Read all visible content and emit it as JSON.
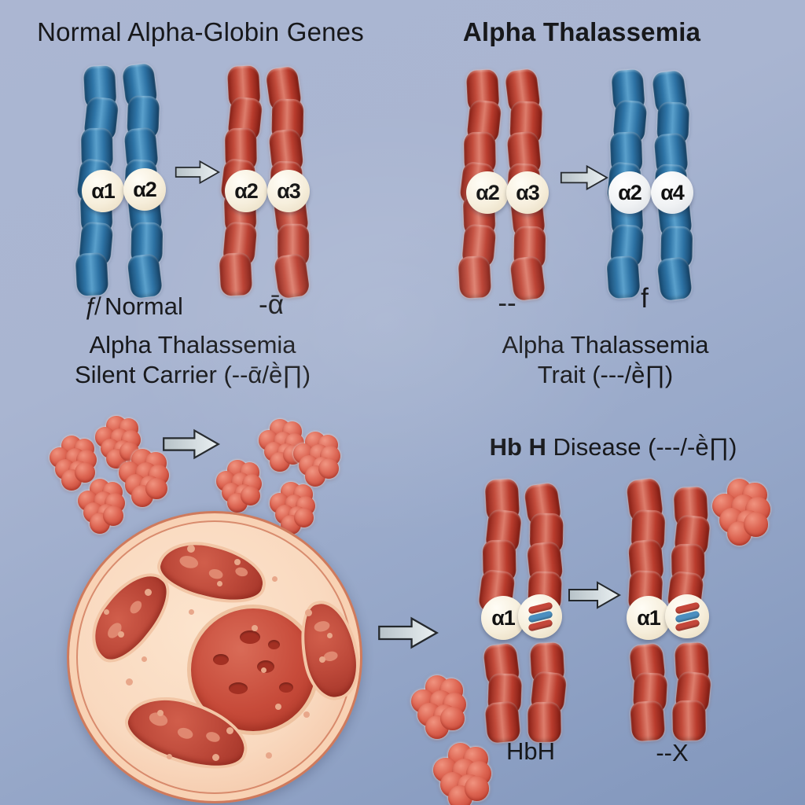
{
  "colors": {
    "background_top": "#abb6d2",
    "background_bottom": "#8196bc",
    "chromosome_blue": "#2e74a6",
    "chromosome_red": "#c24b3b",
    "gene_circle_cream": "#f6eedb",
    "arrow_fill": "#dbe4e8",
    "cell_body": "#f9d9bf",
    "inclusion_red": "#bb4738",
    "text": "#17181b"
  },
  "panels": {
    "normal": {
      "title": "Normal Alpha-Globin Genes",
      "left_pair": {
        "genes": [
          "α1",
          "α2"
        ],
        "caption": "ƒ̸ Normal"
      },
      "right_pair": {
        "genes": [
          "α2",
          "α3"
        ],
        "caption": "-ᾱ"
      }
    },
    "alpha_thal": {
      "title": "Alpha Thalassemia",
      "left_pair": {
        "genes": [
          "α2",
          "α3"
        ],
        "caption": "--"
      },
      "right_pair": {
        "genes": [
          "α2",
          "α4"
        ],
        "caption": "f"
      }
    },
    "silent_carrier": {
      "line1": "Alpha Thalassemia",
      "line2": "Silent Carrier (--ᾱ/ḕ∏)"
    },
    "trait": {
      "line1": "Alpha Thalassemia",
      "line2": "Trait (---/ḕ∏)"
    },
    "hbh": {
      "title_bold": "Hb H",
      "title_rest": " Disease (---/-ḕ∏)",
      "pair1": {
        "gene": "α1",
        "caption": "HbH"
      },
      "pair2": {
        "gene": "α1",
        "caption": "--X"
      }
    }
  }
}
